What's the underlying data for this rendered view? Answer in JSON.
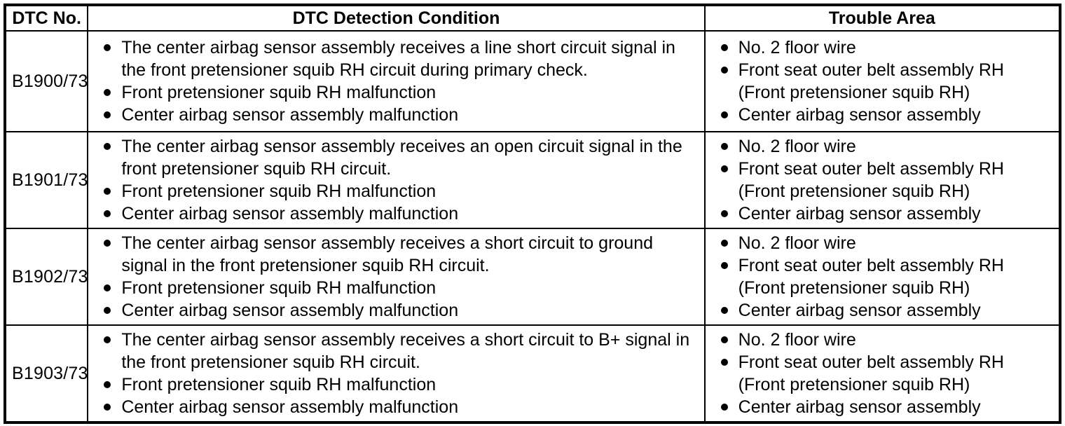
{
  "colors": {
    "border": "#000000",
    "text": "#000000",
    "background": "#ffffff"
  },
  "table": {
    "columns": {
      "dtc_no": "DTC No.",
      "detection_condition": "DTC Detection Condition",
      "trouble_area": "Trouble Area"
    },
    "rows": [
      {
        "dtc_no": "B1900/73",
        "detection_conditions": [
          "The center airbag sensor assembly receives a line short circuit signal in the front pretensioner squib RH circuit during primary check.",
          "Front pretensioner squib RH malfunction",
          "Center airbag sensor assembly malfunction"
        ],
        "trouble_areas": [
          "No. 2 floor wire",
          "Front seat outer belt assembly RH (Front pretensioner squib RH)",
          "Center airbag sensor assembly"
        ]
      },
      {
        "dtc_no": "B1901/73",
        "detection_conditions": [
          "The center airbag sensor assembly receives an open circuit signal in the front pretensioner squib RH circuit.",
          "Front pretensioner squib RH malfunction",
          "Center airbag sensor assembly malfunction"
        ],
        "trouble_areas": [
          "No. 2 floor wire",
          "Front seat outer belt assembly RH (Front pretensioner squib RH)",
          "Center airbag sensor assembly"
        ]
      },
      {
        "dtc_no": "B1902/73",
        "detection_conditions": [
          "The center airbag sensor assembly receives a short circuit to ground signal in the front pretensioner squib RH circuit.",
          "Front pretensioner squib RH malfunction",
          "Center airbag sensor assembly malfunction"
        ],
        "trouble_areas": [
          "No. 2 floor wire",
          "Front seat outer belt assembly RH (Front pretensioner squib RH)",
          "Center airbag sensor assembly"
        ]
      },
      {
        "dtc_no": "B1903/73",
        "detection_conditions": [
          "The center airbag sensor assembly receives a short circuit to B+ signal in the front pretensioner squib RH circuit.",
          "Front pretensioner squib RH malfunction",
          "Center airbag sensor assembly malfunction"
        ],
        "trouble_areas": [
          "No. 2 floor wire",
          "Front seat outer belt assembly RH (Front pretensioner squib RH)",
          "Center airbag sensor assembly"
        ]
      }
    ]
  }
}
